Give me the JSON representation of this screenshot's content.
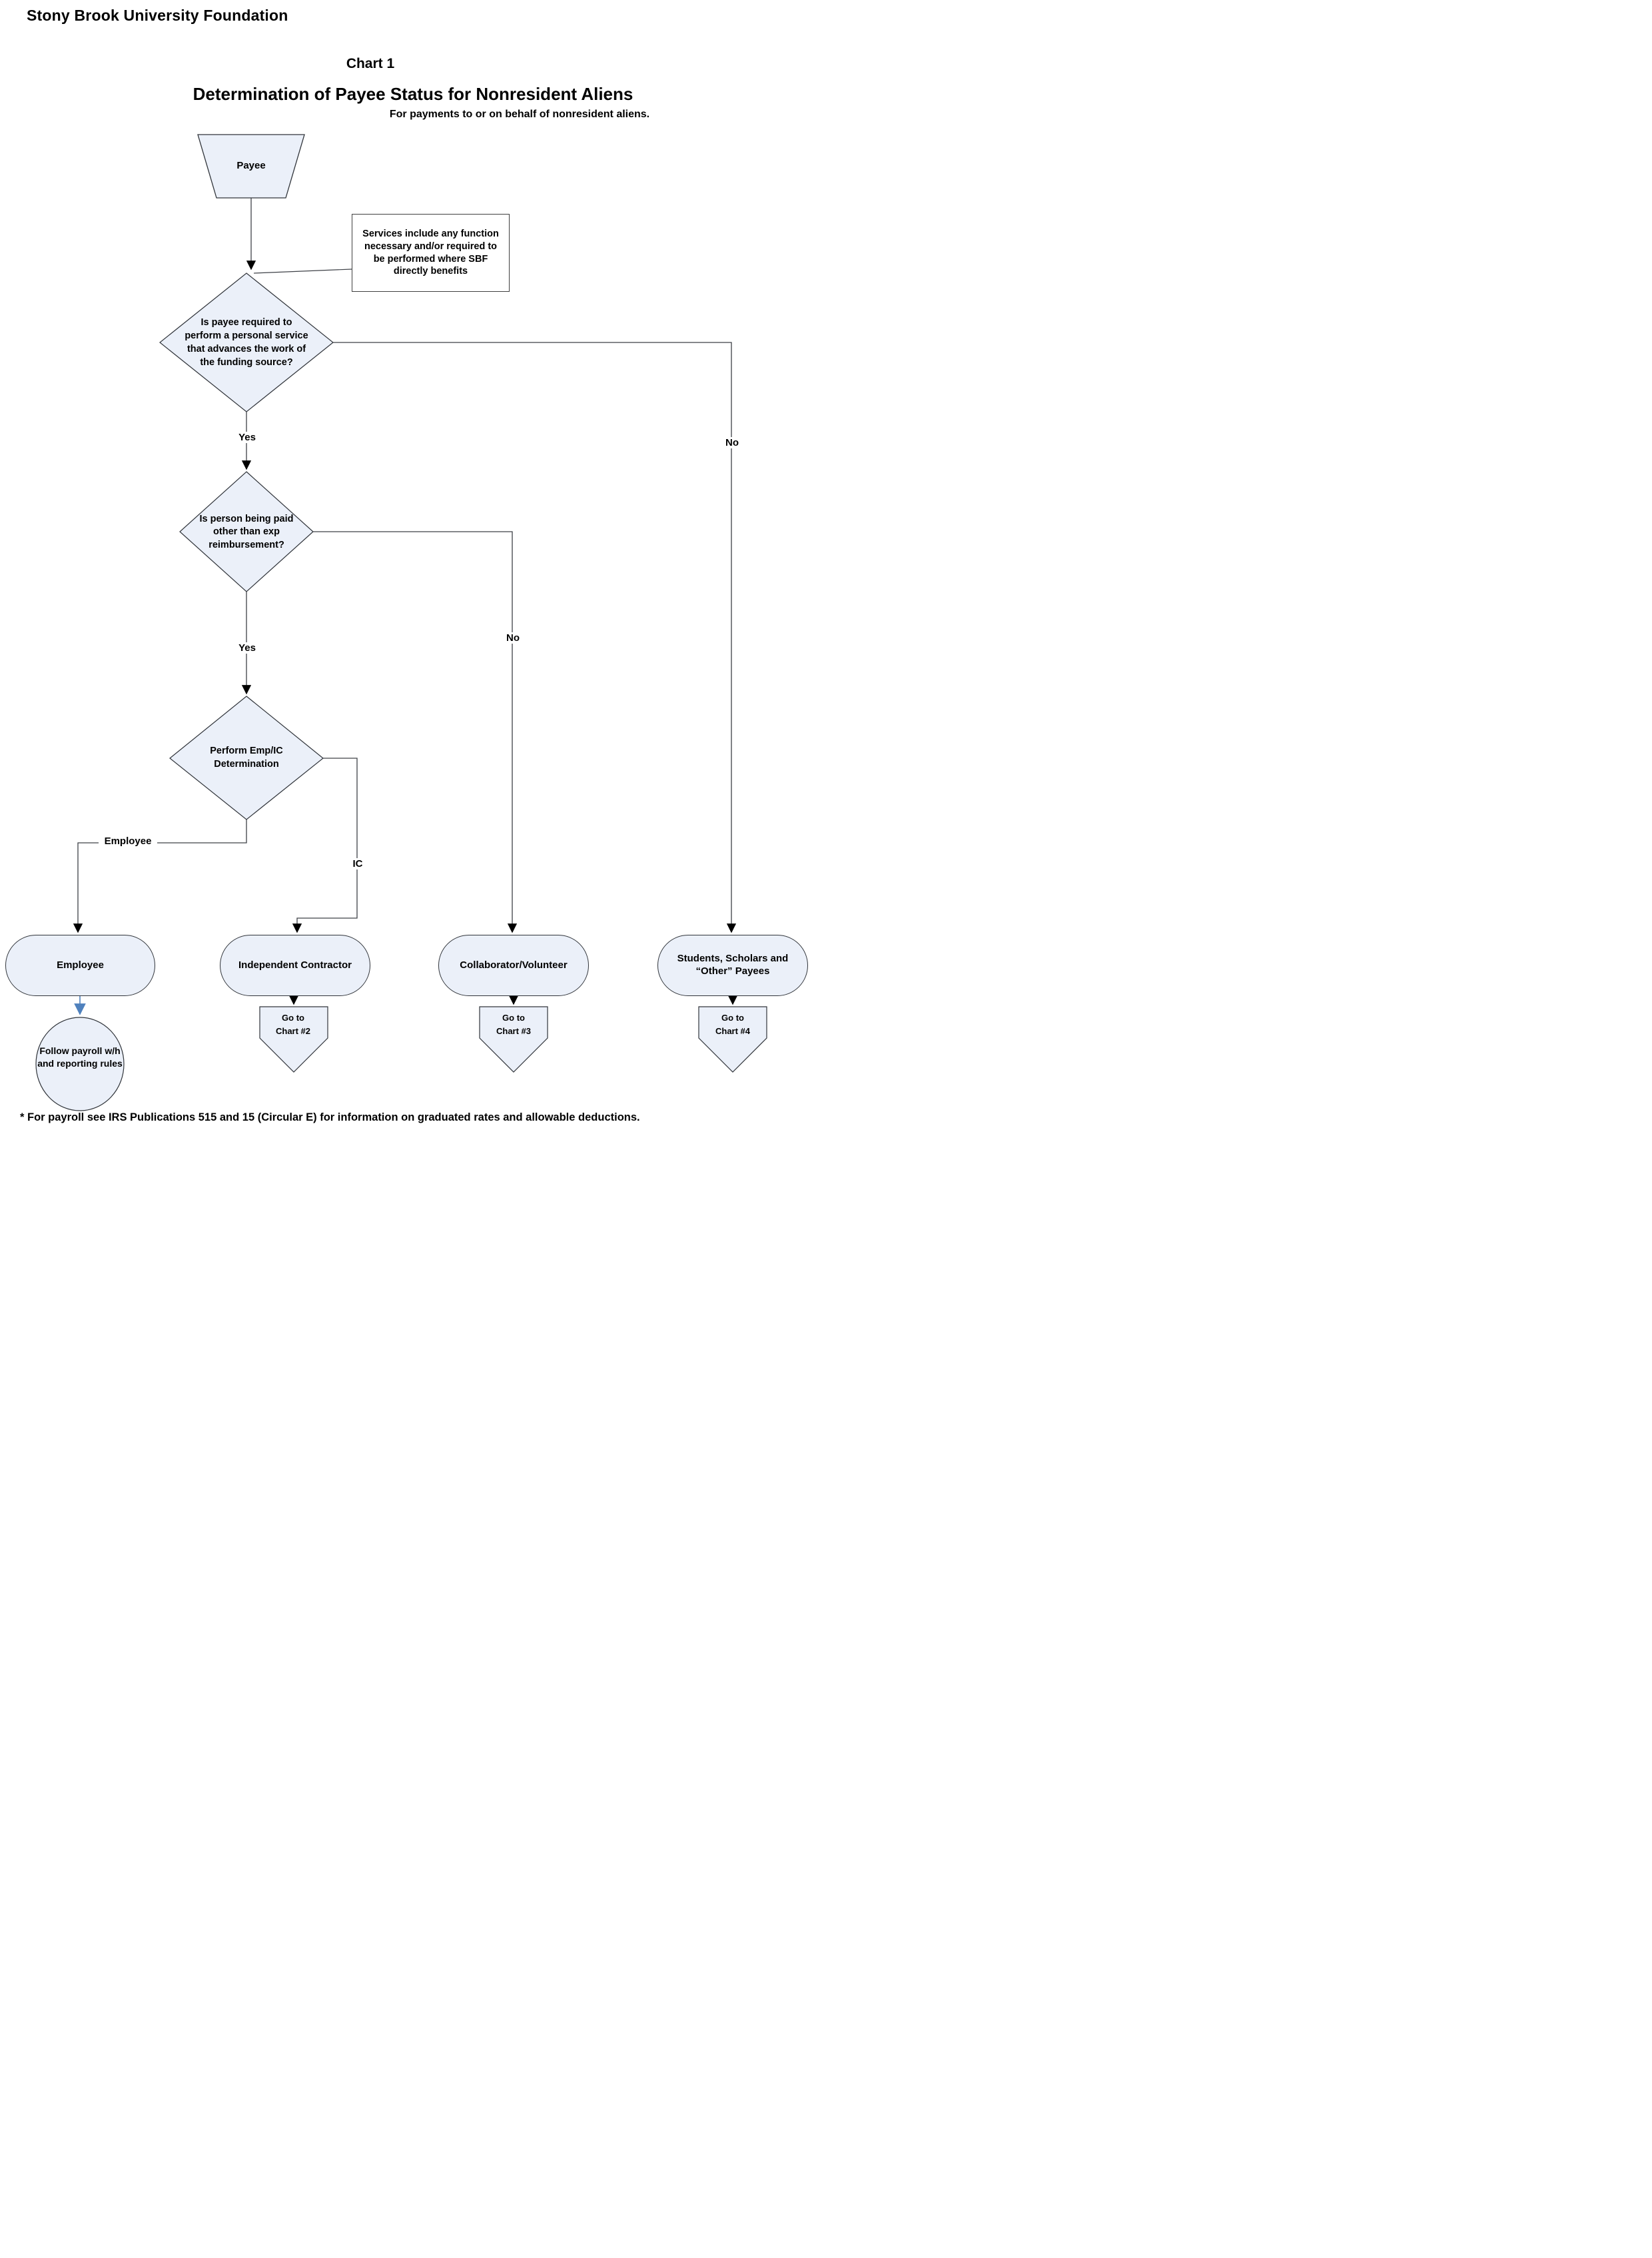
{
  "page": {
    "org": "Stony Brook University Foundation",
    "chart_label": "Chart 1",
    "title": "Determination of Payee Status for Nonresident Aliens",
    "subtitle": "For payments to or on behalf of nonresident aliens.",
    "footnote": "* For payroll see IRS Publications 515 and 15 (Circular E) for information on graduated rates and allowable deductions."
  },
  "nodes": {
    "start": "Payee",
    "note": "Services include any function necessary and/or required to be performed where SBF directly benefits",
    "q1": "Is payee required to perform a personal service that advances the work of the funding source?",
    "q2": "Is person being paid other than exp reimbursement?",
    "q3": "Perform Emp/IC Determination",
    "outcome_employee": "Employee",
    "outcome_ic": "Independent Contractor",
    "outcome_collab": "Collaborator/Volunteer",
    "outcome_students": "Students, Scholars and “Other” Payees",
    "process_payroll": "Follow payroll w/h and reporting rules",
    "goto2": "Go to Chart #2",
    "goto3": "Go to Chart #3",
    "goto4": "Go to Chart #4"
  },
  "edges": {
    "yes1": "Yes",
    "no1": "No",
    "yes2": "Yes",
    "no2": "No",
    "employee": "Employee",
    "ic": "IC"
  },
  "colors": {
    "shape_fill": "#ebf0f9",
    "shape_border": "#30343a",
    "line": "#3d4046",
    "accent_arrow": "#4f81bd",
    "text": "#000000"
  }
}
